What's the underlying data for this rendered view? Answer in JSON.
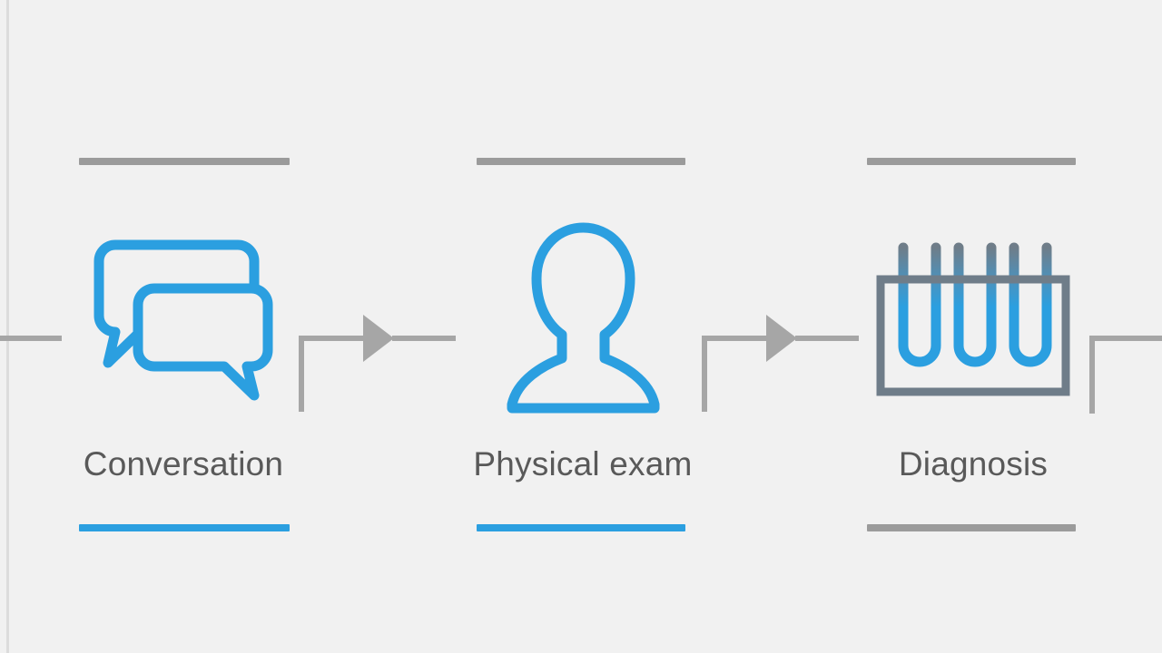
{
  "page": {
    "title": "Clinical workflow process flow",
    "background_color": "#f1f1f1",
    "accent_color": "#2b9fe0",
    "muted_color": "#9b9b9b",
    "rack_color": "#6f7d89",
    "text_color": "#595959"
  },
  "flow": {
    "steps": [
      {
        "id": "conversation",
        "label": "Conversation",
        "icon": "speech-bubbles-icon",
        "icon_color": "#2b9fe0",
        "top_bar_color": "#9b9b9b",
        "bottom_bar_color": "#2b9fe0",
        "state": "active"
      },
      {
        "id": "physical-exam",
        "label": "Physical exam",
        "icon": "person-silhouette-icon",
        "icon_color": "#2b9fe0",
        "top_bar_color": "#9b9b9b",
        "bottom_bar_color": "#2b9fe0",
        "state": "active"
      },
      {
        "id": "diagnosis",
        "label": "Diagnosis",
        "icon": "test-tube-rack-icon",
        "icon_color": "#2b9fe0",
        "top_bar_color": "#9b9b9b",
        "bottom_bar_color": "#9b9b9b",
        "state": "inactive"
      }
    ],
    "connectors": [
      {
        "id": "connector-incoming-left",
        "type": "line-stub",
        "color": "#a6a6a6"
      },
      {
        "id": "connector-1-to-2",
        "type": "elbow-arrow-right",
        "color": "#a6a6a6"
      },
      {
        "id": "connector-2-to-3",
        "type": "elbow-arrow-right",
        "color": "#a6a6a6"
      },
      {
        "id": "connector-outgoing-right",
        "type": "elbow-down",
        "color": "#a6a6a6"
      }
    ]
  }
}
